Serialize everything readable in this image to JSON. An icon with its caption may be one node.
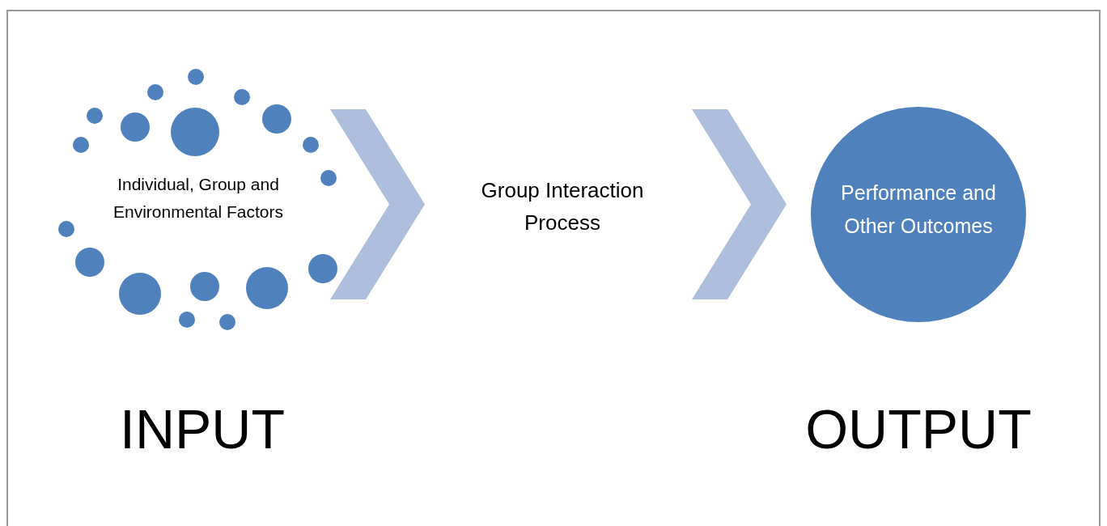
{
  "diagram": {
    "nodes": [
      {
        "text": [
          "Individual, Group and Environmental Factors"
        ]
      },
      {
        "text": [
          "Group Interaction Process"
        ]
      },
      {
        "text": [
          "Performance and Other Outcomes"
        ]
      }
    ],
    "edges": [
      {
        "from": 0,
        "to": 1,
        "arrow": "to"
      },
      {
        "from": 1,
        "to": 2,
        "arrow": "to"
      }
    ],
    "labels": [
      "INPUT",
      "OUTPUT"
    ]
  }
}
